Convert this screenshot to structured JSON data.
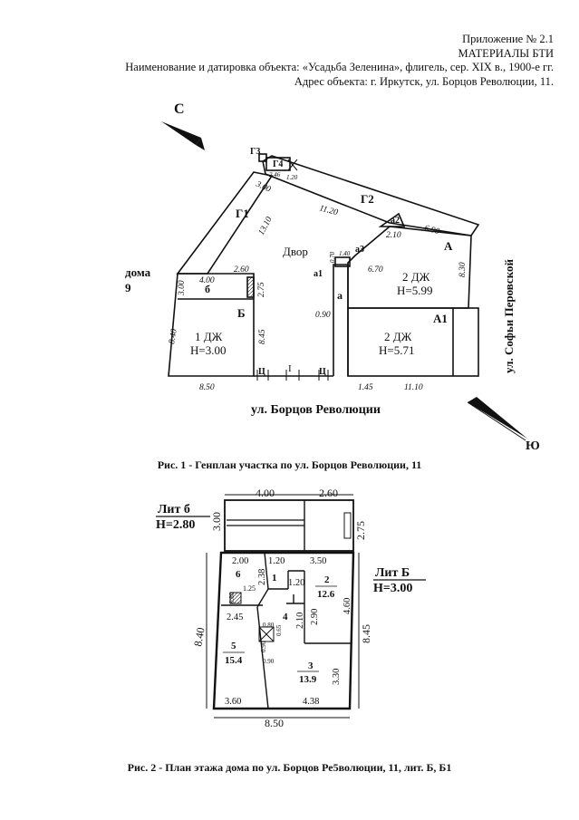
{
  "header": {
    "line1": "Приложение № 2.1",
    "line2": "МАТЕРИАЛЫ БТИ",
    "line3": "Наименование и датировка объекта: «Усадьба Зеленина», флигель, сер. XIX в., 1900-е гг.",
    "line4": "Адрес объекта: г. Иркутск, ул. Борцов Революции, 11."
  },
  "fig1": {
    "north": "С",
    "south": "Ю",
    "neighbor_top": "дома",
    "neighbor_bottom": "9",
    "street_bottom": "ул. Борцов Революции",
    "street_right": "ул. Софьи Перовской",
    "caption": "Рис. 1 - Генплан участка по ул. Борцов Революции, 11",
    "labels": {
      "g1": "Г1",
      "g2": "Г2",
      "g3": "Г3",
      "g4": "Г4",
      "yard": "Двор",
      "a": "А",
      "a_small": "а",
      "a1_small": "а1",
      "a2": "а2",
      "a3": "а3",
      "A1": "А1",
      "B": "Б",
      "b": "б",
      "gate1": "I",
      "gate_c1": "Ц",
      "gate_c2": "Ц",
      "room_b_type": "1 ДЖ",
      "room_b_h": "Н=3.00",
      "room_a_type": "2 ДЖ",
      "room_a_h": "Н=5.99",
      "room_a1_type": "2 ДЖ",
      "room_a1_h": "Н=5.71"
    },
    "dims": {
      "d_300a": "3.00",
      "d_1310": "13.10",
      "d_246": "2.46",
      "d_120": "1.20",
      "d_1120": "11.20",
      "d_210": "2.10",
      "d_690": "6.90",
      "d_830": "8.30",
      "d_670": "6.70",
      "d_140": "1.40",
      "d_070": "0.70",
      "d_400": "4.00",
      "d_260": "2.60",
      "d_300b": "3.00",
      "d_275": "2.75",
      "d_840": "8.40",
      "d_845": "8.45",
      "d_090": "0.90",
      "d_850": "8.50",
      "d_145": "1.45",
      "d_1110": "11.10"
    }
  },
  "fig2": {
    "lit_b_small": "Лит б",
    "lit_b_small_h": "Н=2.80",
    "lit_b": "Лит Б",
    "lit_b_h": "Н=3.00",
    "caption": "Рис. 2 - План  этажа дома по ул. Борцов Ре5волюции, 11, лит. Б, Б1",
    "rooms": {
      "r1": "1",
      "r2": "2",
      "r2_area": "12.6",
      "r3": "3",
      "r3_area": "13.9",
      "r4": "4",
      "r5": "5",
      "r5_area": "15.4",
      "r6": "6"
    },
    "dims": {
      "t400": "4.00",
      "t260": "2.60",
      "t300": "3.00",
      "t275": "2.75",
      "t200": "2.00",
      "t120a": "1.20",
      "t350": "3.50",
      "t238": "2.38",
      "t120b": "1.20",
      "t125": "1.25",
      "t080a": "0.80",
      "t080b": "0.80",
      "t065": "0.65",
      "t090a": "0.90",
      "t090b": "0.90",
      "t245": "2.45",
      "t290": "2.90",
      "t460": "4.60",
      "t210": "2.10",
      "t840": "8.40",
      "t845": "8.45",
      "t330": "3.30",
      "t360": "3.60",
      "t438": "4.38",
      "t850": "8.50"
    }
  }
}
